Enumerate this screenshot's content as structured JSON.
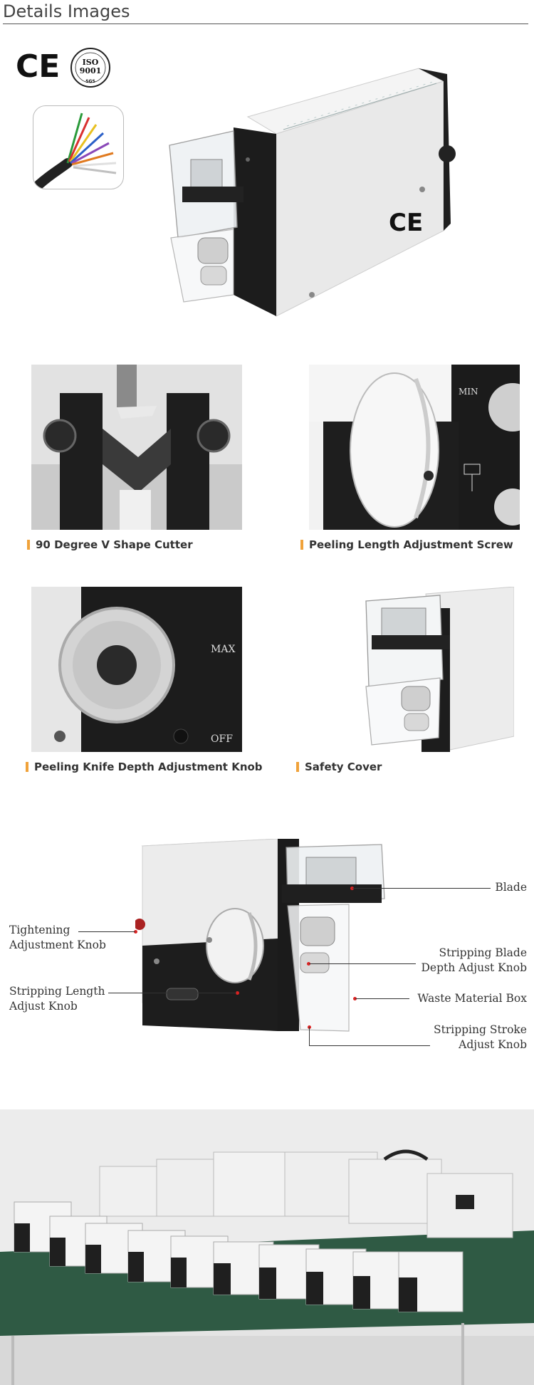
{
  "header": {
    "title": "Details Images"
  },
  "certifications": {
    "ce_mark": "CE",
    "iso": {
      "standard": "ISO",
      "number": "9001",
      "agency": "SGS"
    }
  },
  "machine_marks": {
    "ce": "CE"
  },
  "details": [
    {
      "caption": "90 Degree V Shape Cutter"
    },
    {
      "caption": "Peeling Length Adjustment Screw",
      "dial_label": "MIN"
    },
    {
      "caption": "Peeling Knife Depth Adjustment Knob",
      "dial_max": "MAX",
      "dial_off": "OFF"
    },
    {
      "caption": "Safety Cover"
    }
  ],
  "callouts": {
    "blade": "Blade",
    "tightening": "Tightening\nAdjustment Knob",
    "stripping_length": "Stripping Length\nAdjust Knob",
    "blade_depth": "Stripping Blade\nDepth Adjust Knob",
    "waste_box": "Waste Material Box",
    "stroke": "Stripping Stroke\nAdjust Knob"
  },
  "colors": {
    "accent_bar": "#f0a23a",
    "callout_dot": "#dd2222",
    "table_top": "#2f5a44"
  }
}
